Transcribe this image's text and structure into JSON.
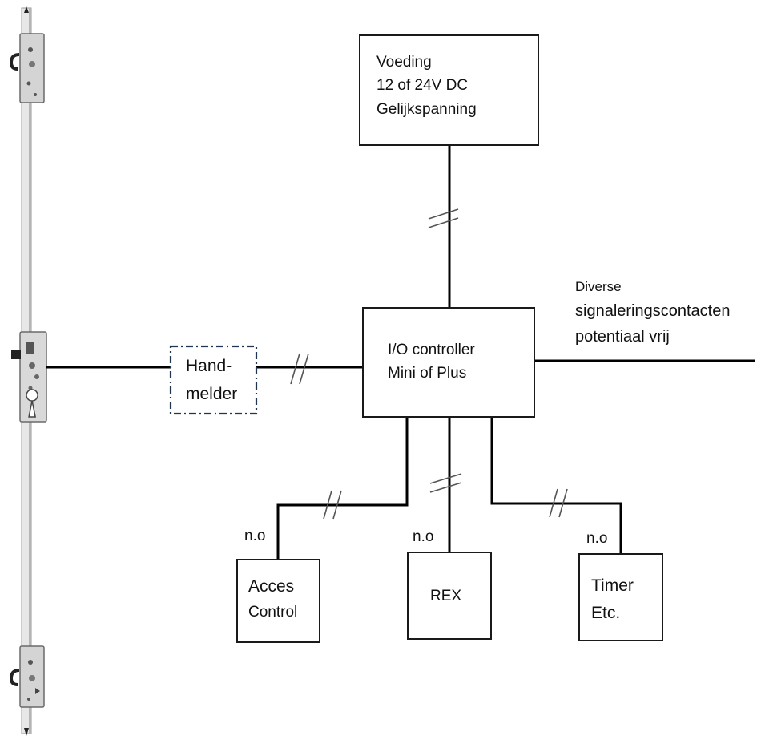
{
  "nodes": {
    "voeding": {
      "line1": "Voeding",
      "line2": "12 of 24V DC",
      "line3": "Gelijkspanning"
    },
    "controller": {
      "line1": "I/O controller",
      "line2": "Mini of Plus"
    },
    "handmelder": {
      "line1": "Hand-",
      "line2": "melder"
    },
    "acces": {
      "line1": "Acces",
      "line2": "Control"
    },
    "rex": {
      "line1": "REX"
    },
    "timer": {
      "line1": "Timer",
      "line2": "Etc."
    }
  },
  "labels": {
    "no_left": "n.o",
    "no_middle": "n.o",
    "no_right": "n.o",
    "diverse_1": "Diverse",
    "diverse_2": "signaleringscontacten",
    "diverse_3": "potentiaal vrij"
  },
  "colors": {
    "line": "#000000",
    "box_border": "#1a1a1a",
    "dashed_border": "#1f3550",
    "lock_metal": "#c8c8c8"
  }
}
